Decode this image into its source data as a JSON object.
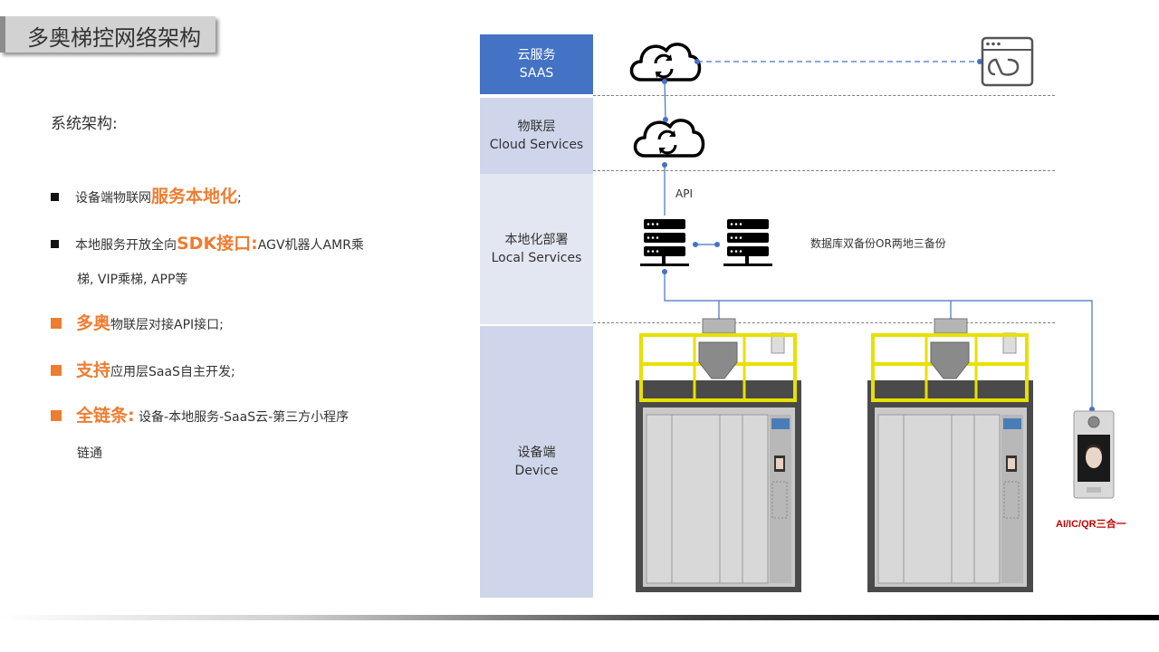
{
  "title": "多奥梯控网络架构",
  "system_label": "系统架构:",
  "bullets": [
    {
      "pre": "设备端物联网",
      "highlight": "服务本地化",
      "post": ";"
    },
    {
      "pre": "本地服务开放全向",
      "highlight": "SDK接口:",
      "post": "AGV机器人AMR乘",
      "cont": "梯, VIP乘梯, APP等"
    },
    {
      "pre": "",
      "highlight": "多奥",
      "post": "物联层对接API接口;"
    },
    {
      "pre": "",
      "highlight": "支持",
      "post": "应用层SaaS自主开发;"
    },
    {
      "pre": "",
      "highlight": "全链条:",
      "post": " 设备-本地服务-SaaS云-第三方小程序",
      "cont": "链通"
    }
  ],
  "layers": {
    "cloud": {
      "line1": "云服务",
      "line2": "SAAS"
    },
    "iot": {
      "line1": "物联层",
      "line2": "Cloud Services"
    },
    "local": {
      "line1": "本地化部署",
      "line2": "Local Services"
    },
    "device": {
      "line1": "设备端",
      "line2": "Device"
    }
  },
  "labels": {
    "api": "API",
    "db_backup": "数据库双备份OR两地三备份",
    "terminal": "AI/IC/QR三合一"
  },
  "colors": {
    "accent_orange": "#ed7d31",
    "cloud_blue": "#4472c4",
    "layer_light": "#cfd5ea",
    "line_blue": "#4472c4",
    "terminal_red": "#c00000"
  }
}
